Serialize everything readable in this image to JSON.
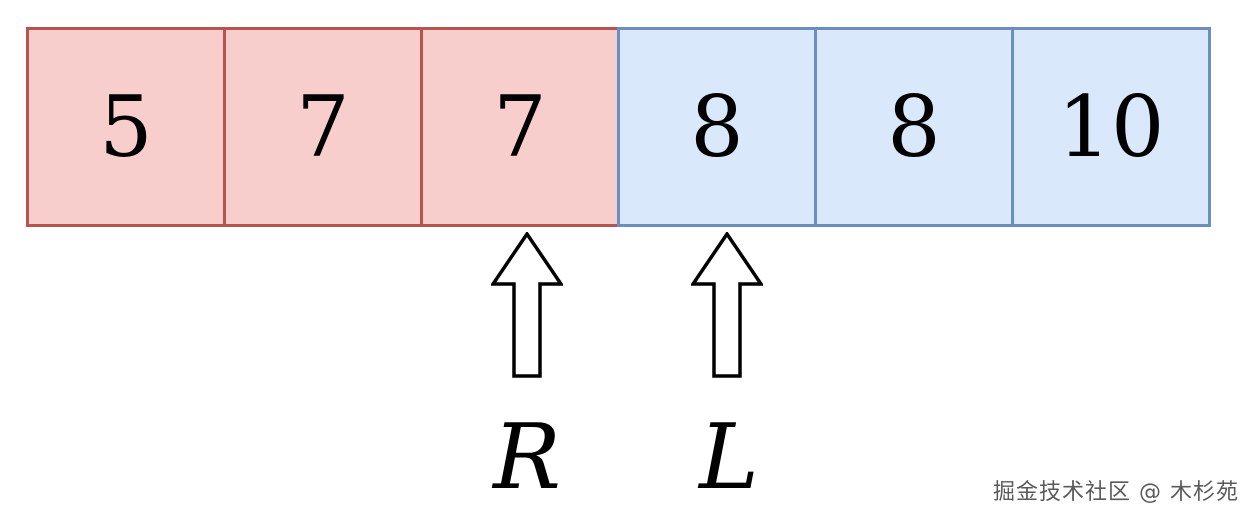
{
  "cells": [
    {
      "value": "5",
      "color": "red"
    },
    {
      "value": "7",
      "color": "red"
    },
    {
      "value": "7",
      "color": "red"
    },
    {
      "value": "8",
      "color": "blue"
    },
    {
      "value": "8",
      "color": "blue"
    },
    {
      "value": "10",
      "color": "blue"
    }
  ],
  "colors": {
    "red_fill": "#f8cecc",
    "red_border": "#b85450",
    "blue_fill": "#dae8fc",
    "blue_border": "#6c8ebf"
  },
  "pointers": {
    "right_label": "R",
    "left_label": "L",
    "right_index": 2,
    "left_index": 3,
    "icon": "hollow-up-arrow-icon"
  },
  "watermark": "掘金技术社区 @ 木杉苑"
}
